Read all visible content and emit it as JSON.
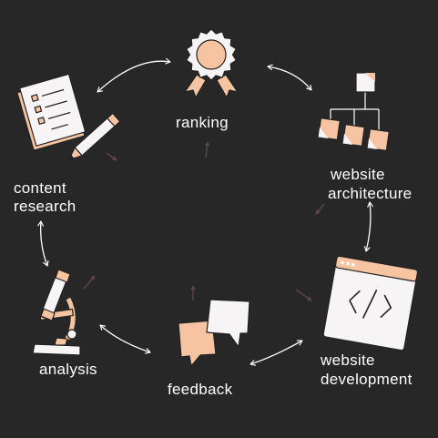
{
  "colors": {
    "background": "#282727",
    "peach": "#f6c4a0",
    "white": "#f6f4f4",
    "outline": "#222222",
    "arrow": "#ffffff",
    "hint_arrow": "#5e4646"
  },
  "nodes": {
    "ranking": {
      "label": "ranking",
      "icon": "award-badge-icon"
    },
    "website_architecture": {
      "lines": [
        "website",
        "architecture"
      ],
      "icon": "sitemap-icon"
    },
    "website_development": {
      "lines": [
        "website",
        "development"
      ],
      "icon": "code-window-icon"
    },
    "feedback": {
      "label": "feedback",
      "icon": "speech-bubbles-icon"
    },
    "analysis": {
      "label": "analysis",
      "icon": "microscope-icon"
    },
    "content_research": {
      "lines": [
        "content",
        "research"
      ],
      "icon": "clipboard-pencil-icon"
    }
  },
  "connectors": {
    "style": "double-headed curved arrows",
    "count": 6,
    "inner_hint_arrows": 6
  }
}
